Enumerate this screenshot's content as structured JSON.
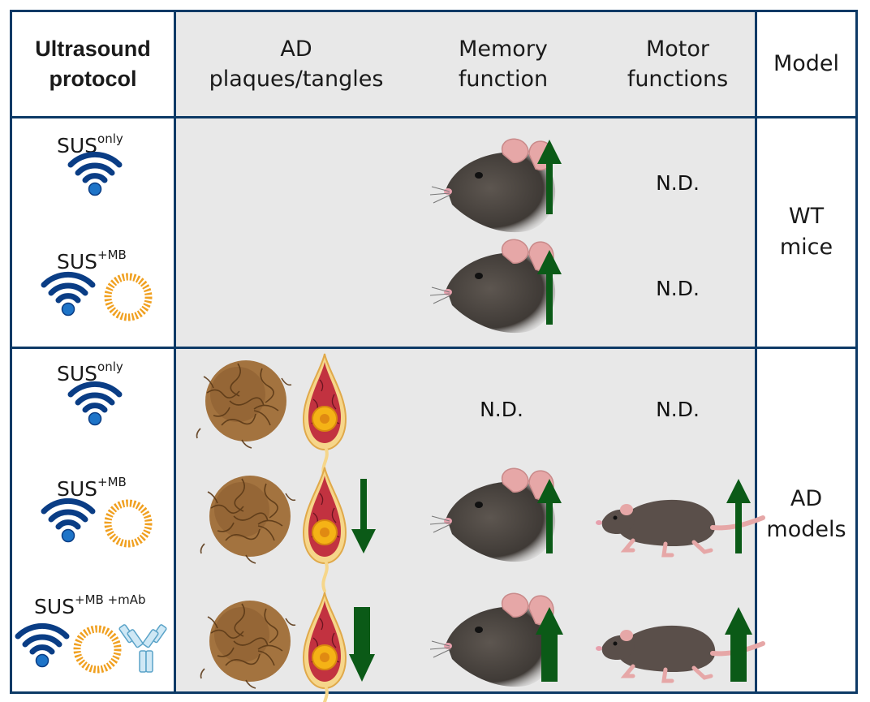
{
  "header": {
    "protocol_line1": "Ultrasound",
    "protocol_line2": "protocol",
    "ad_line1": "AD",
    "ad_line2": "plaques/tangles",
    "memory_line1": "Memory",
    "memory_line2": "function",
    "motor_line1": "Motor",
    "motor_line2": "functions",
    "model": "Model"
  },
  "protocols": {
    "sus_base": "SUS",
    "only_sup": "only",
    "mb_sup": "+MB",
    "mbmab_sup": "+MB +mAb"
  },
  "cells": {
    "nd": "N.D."
  },
  "models": {
    "wt_line1": "WT",
    "wt_line2": "mice",
    "ad_line1": "AD",
    "ad_line2": "models"
  },
  "colors": {
    "frame": "#0d3a66",
    "arrow": "#0b5a17",
    "wifi": "#0a3d85",
    "microbubble": "#f0a020",
    "antibody": "#8fc6e0",
    "header_bg": "#e8e8e8"
  },
  "icons": [
    "wifi-icon",
    "microbubble-icon",
    "antibody-icon",
    "mouse-head-icon",
    "mouse-walking-icon",
    "plaque-icon",
    "neuron-tangle-icon",
    "arrow-up-icon",
    "arrow-down-icon"
  ]
}
